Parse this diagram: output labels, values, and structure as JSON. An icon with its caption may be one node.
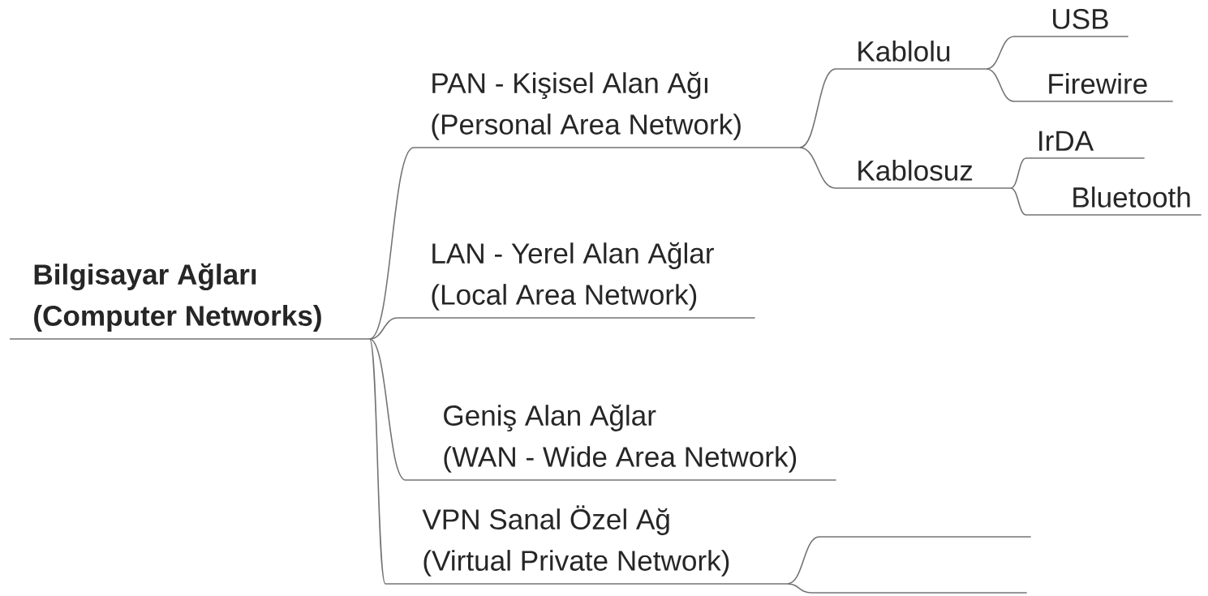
{
  "diagram": {
    "nodes": [
      {
        "text": [
          "Bilgisayar Ağları (Computer Networks)"
        ]
      },
      {
        "text": [
          "PAN - Kişisel Alan Ağı (Personal Area Network)"
        ]
      },
      {
        "text": [
          "Kablolu"
        ]
      },
      {
        "text": [
          "USB"
        ]
      },
      {
        "text": [
          "Firewire"
        ]
      },
      {
        "text": [
          "Kablosuz"
        ]
      },
      {
        "text": [
          "IrDA"
        ]
      },
      {
        "text": [
          "Bluetooth"
        ]
      },
      {
        "text": [
          "LAN - Yerel Alan Ağlar (Local Area Network)"
        ]
      },
      {
        "text": [
          "Geniş Alan Ağlar (WAN - Wide Area Network)"
        ]
      },
      {
        "text": [
          "VPN Sanal Özel Ağ (Virtual Private Network)"
        ]
      },
      {
        "text": [],
        "shape": "line"
      },
      {
        "text": [],
        "shape": "line"
      }
    ],
    "edges": [
      {
        "from": 0,
        "to": 1,
        "arrow": "none"
      },
      {
        "from": 0,
        "to": 8,
        "arrow": "none"
      },
      {
        "from": 0,
        "to": 9,
        "arrow": "none"
      },
      {
        "from": 0,
        "to": 10,
        "arrow": "none"
      },
      {
        "from": 1,
        "to": 2,
        "arrow": "none"
      },
      {
        "from": 1,
        "to": 5,
        "arrow": "none"
      },
      {
        "from": 2,
        "to": 3,
        "arrow": "none"
      },
      {
        "from": 2,
        "to": 4,
        "arrow": "none"
      },
      {
        "from": 5,
        "to": 6,
        "arrow": "none"
      },
      {
        "from": 5,
        "to": 7,
        "arrow": "none"
      },
      {
        "from": 10,
        "to": 11,
        "arrow": "none"
      },
      {
        "from": 10,
        "to": 12,
        "arrow": "none"
      }
    ]
  }
}
